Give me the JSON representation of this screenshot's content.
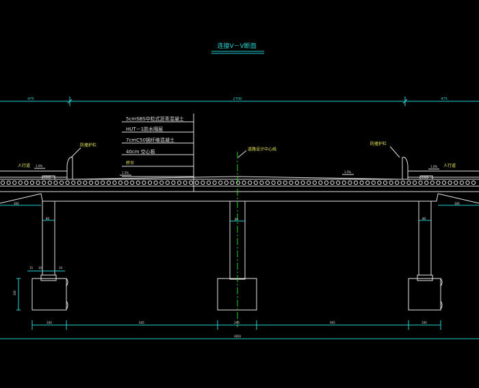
{
  "title": "连接V－V断面",
  "labels": {
    "left_walkway": "人行道",
    "right_walkway": "人行道",
    "left_guardrail": "防撞护栏",
    "right_guardrail": "防撞护栏",
    "road_centerline": "道路设计中心线"
  },
  "layers": [
    "5cmSBS中粒式沥青混凝土",
    "HUT－1防水隔层",
    "7cmC50钢纤维混凝土",
    "40cm 空心板",
    "桥台"
  ],
  "slopes": {
    "left_walkway": "1.0%",
    "left_deck": "1.5%",
    "right_deck": "1.5%",
    "right_walkway": "1.0%"
  },
  "top_dims": {
    "left": "475",
    "middle": "2700",
    "right": "475"
  },
  "side_dims": {
    "left_cantilever": "300",
    "right_cantilever": "300"
  },
  "column_dims": {
    "left": "80",
    "middle": "80",
    "right": "80"
  },
  "cap_detail": {
    "a": "15",
    "b": "10",
    "c": "10",
    "height": "100"
  },
  "girder_tags": {
    "left": "0302",
    "right": "0302"
  },
  "bottom_dims": [
    "200",
    "645",
    "240",
    "905",
    "200"
  ],
  "overall_width": "3650"
}
